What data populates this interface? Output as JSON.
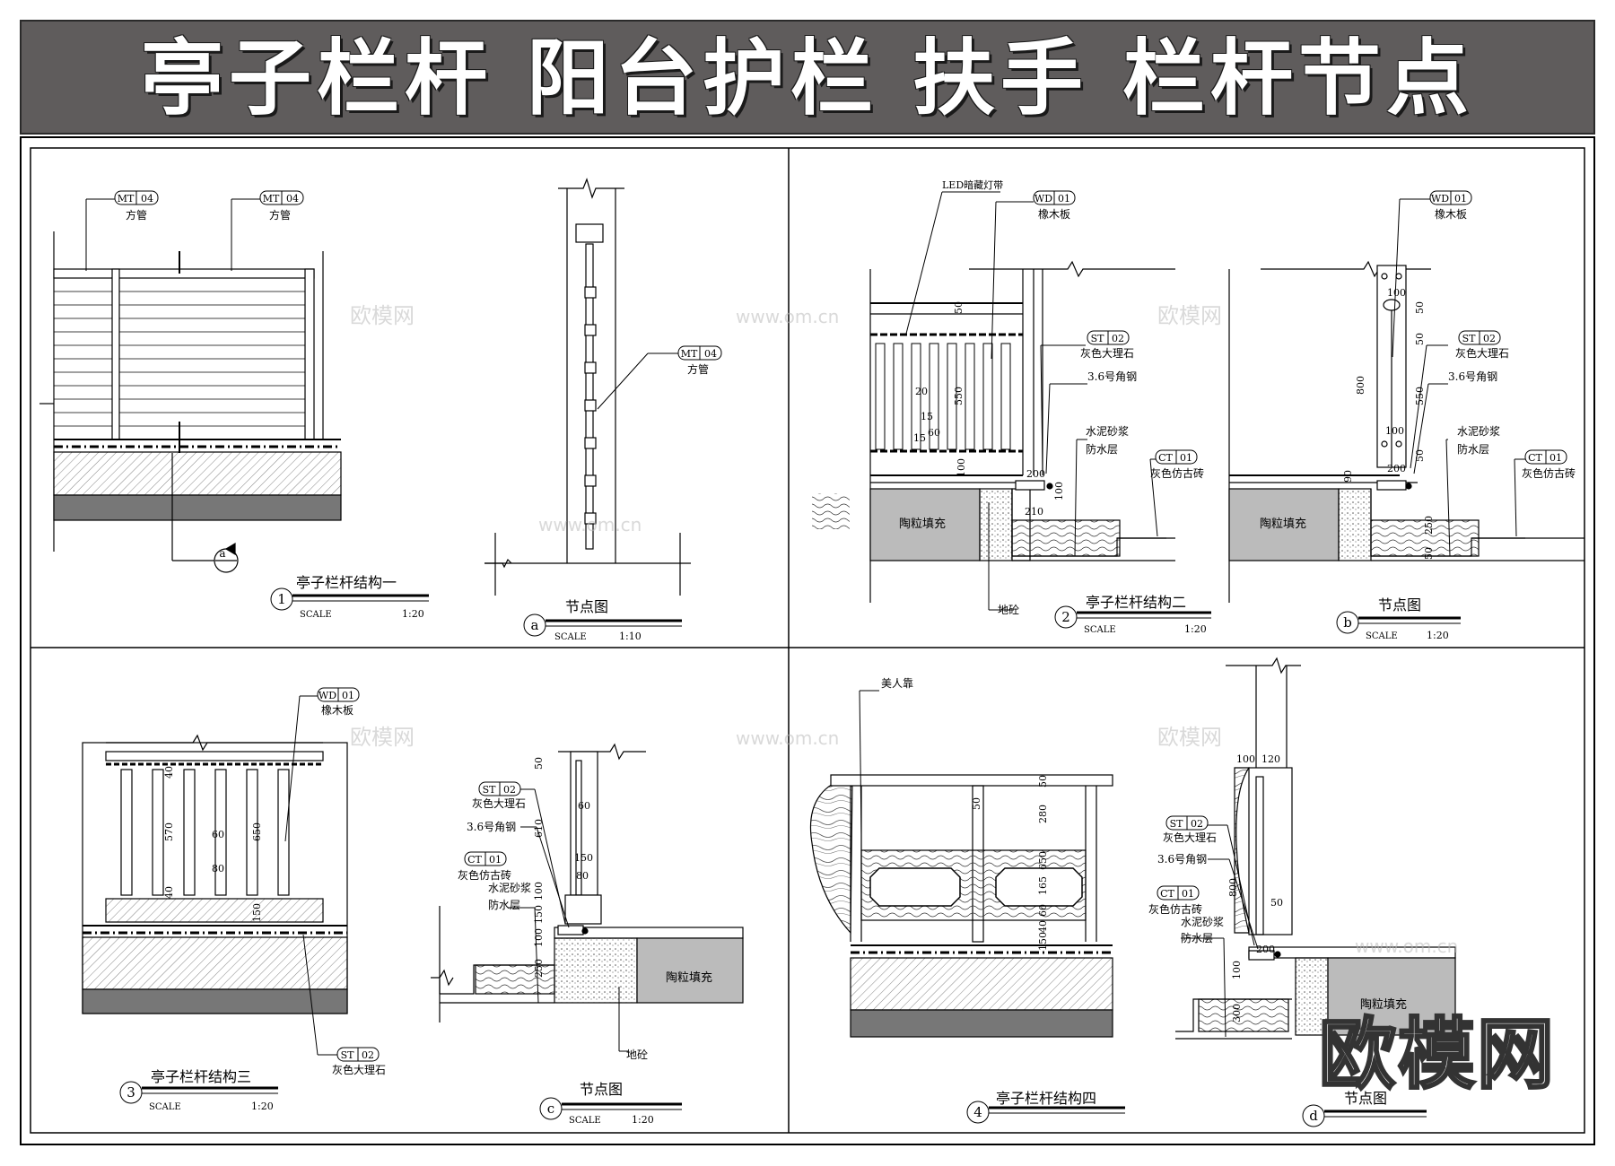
{
  "banner": {
    "title": "亭子栏杆 阳台护栏 扶手 栏杆节点"
  },
  "watermark": {
    "brand": "欧模网",
    "url": "www.om.cn"
  },
  "panels": {
    "p1": {
      "number": "1",
      "title": "亭子栏杆结构一",
      "scale_label": "SCALE",
      "scale": "1:20"
    },
    "pa": {
      "number": "a",
      "title": "节点图",
      "scale_label": "SCALE",
      "scale": "1:10"
    },
    "p2": {
      "number": "2",
      "title": "亭子栏杆结构二",
      "scale_label": "SCALE",
      "scale": "1:20"
    },
    "pb": {
      "number": "b",
      "title": "节点图",
      "scale_label": "SCALE",
      "scale": "1:20"
    },
    "p3": {
      "number": "3",
      "title": "亭子栏杆结构三",
      "scale_label": "SCALE",
      "scale": "1:20"
    },
    "pc": {
      "number": "c",
      "title": "节点图",
      "scale_label": "SCALE",
      "scale": "1:20"
    },
    "p4": {
      "number": "4",
      "title": "亭子栏杆结构四"
    },
    "pd": {
      "number": "d",
      "title": "节点图"
    }
  },
  "tags": {
    "mt04": {
      "code": "MT",
      "num": "04",
      "label": "方管"
    },
    "wd01": {
      "code": "WD",
      "num": "01",
      "label": "橡木板"
    },
    "st02": {
      "code": "ST",
      "num": "02",
      "label": "灰色大理石"
    },
    "ct01": {
      "code": "CT",
      "num": "01",
      "label": "灰色仿古砖"
    }
  },
  "labels": {
    "led": "LED暗藏灯带",
    "angle_steel": "3.6号角钢",
    "mortar": "水泥砂浆",
    "waterproof": "防水层",
    "ceramsite": "陶粒填充",
    "floor_slab": "地砼",
    "seat": "美人靠",
    "section_mark": "a"
  },
  "dims": {
    "p2": [
      "50",
      "550",
      "20",
      "15",
      "60",
      "15",
      "100",
      "200",
      "210",
      "100"
    ],
    "pb": [
      "100",
      "50",
      "800",
      "50",
      "550",
      "100",
      "50",
      "200",
      "90",
      "250",
      "50"
    ],
    "p3": [
      "40",
      "570",
      "60",
      "650",
      "80",
      "40",
      "150"
    ],
    "pc": [
      "50",
      "60",
      "610",
      "150",
      "80",
      "100",
      "150",
      "100",
      "250"
    ],
    "p4": [
      "50",
      "280",
      "50",
      "650",
      "165",
      "60",
      "40",
      "150"
    ],
    "pd": [
      "100",
      "120",
      "800",
      "50",
      "200",
      "100",
      "300"
    ]
  }
}
